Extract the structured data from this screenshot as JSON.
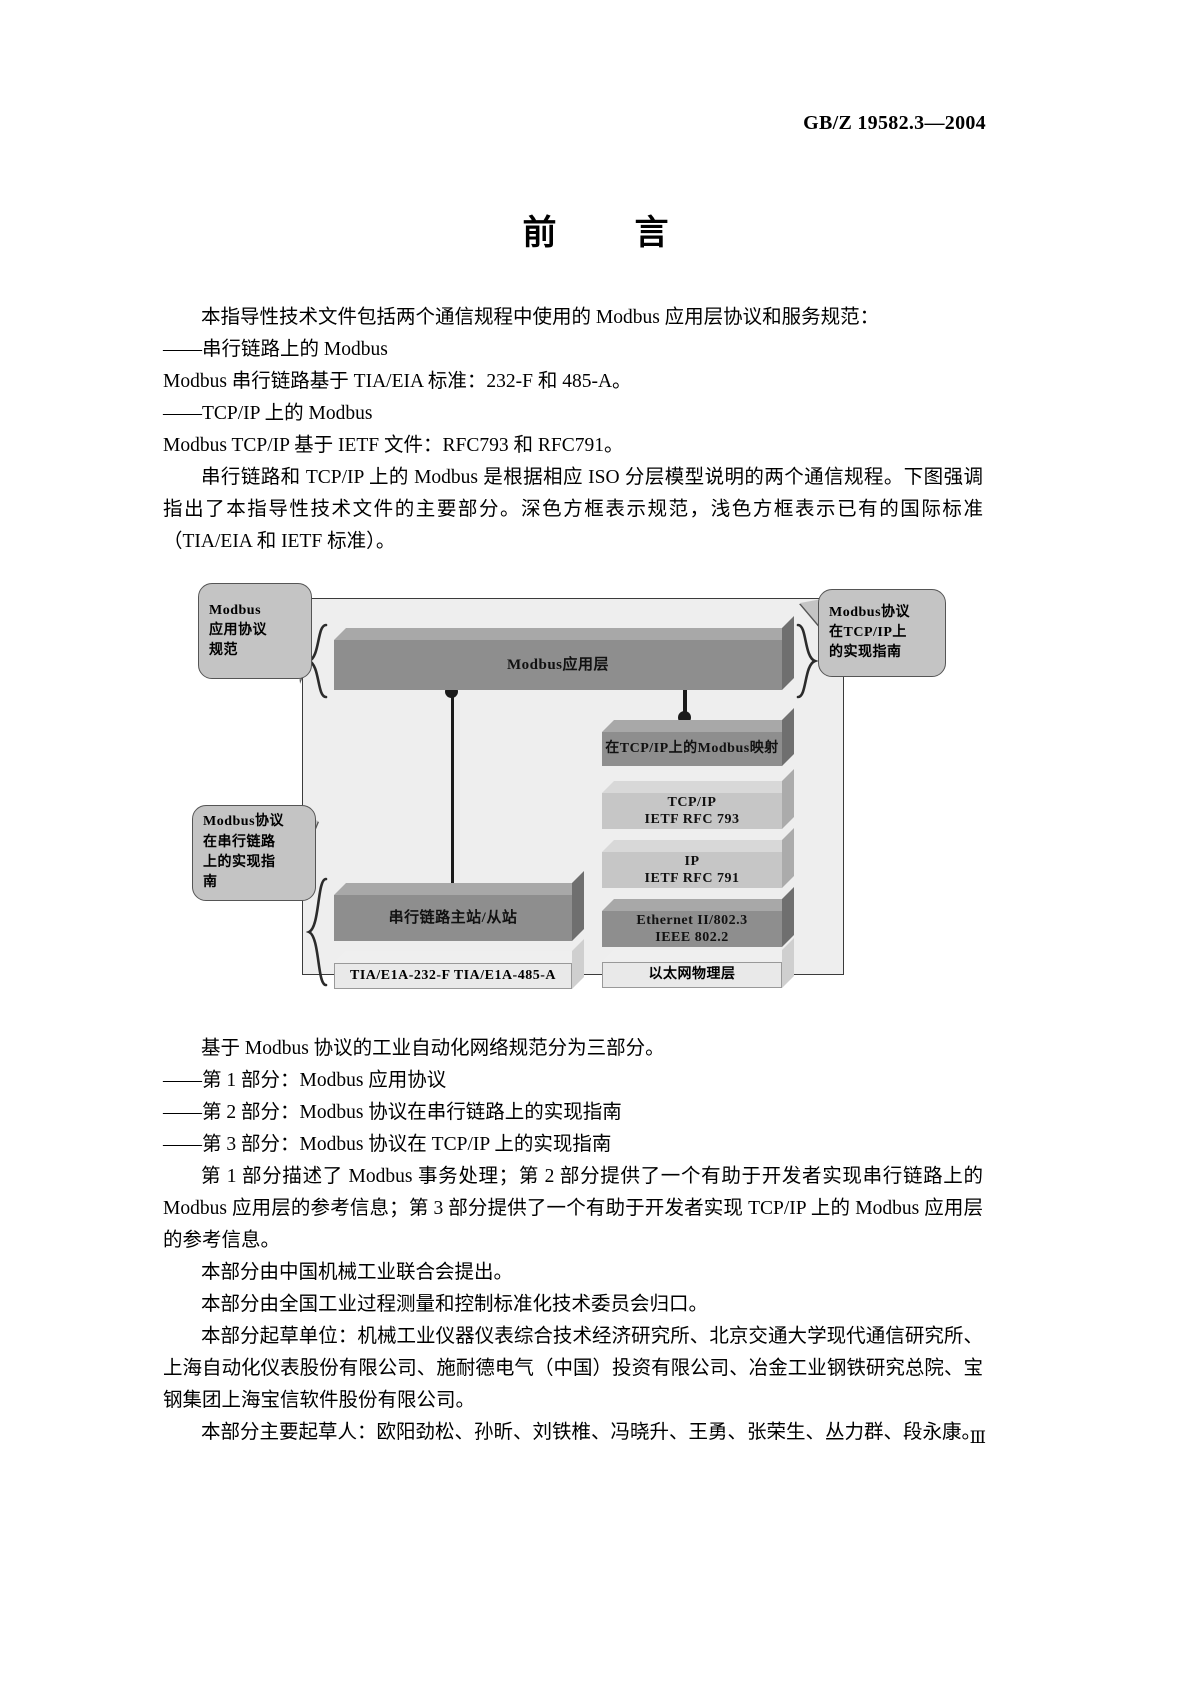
{
  "header": {
    "standard_no": "GB/Z 19582.3—2004"
  },
  "title": "前　言",
  "foreword": {
    "paragraphs": [
      {
        "id": "p1",
        "indent": true,
        "text": "本指导性技术文件包括两个通信规程中使用的 Modbus 应用层协议和服务规范："
      },
      {
        "id": "p2",
        "indent": false,
        "text": "——串行链路上的 Modbus"
      },
      {
        "id": "p3",
        "indent": false,
        "text": "Modbus 串行链路基于 TIA/EIA 标准：232-F 和 485-A。"
      },
      {
        "id": "p4",
        "indent": false,
        "text": "——TCP/IP 上的 Modbus"
      },
      {
        "id": "p5",
        "indent": false,
        "text": "Modbus TCP/IP 基于 IETF 文件：RFC793 和 RFC791。"
      },
      {
        "id": "p6",
        "indent": true,
        "text": "串行链路和 TCP/IP 上的 Modbus 是根据相应 ISO 分层模型说明的两个通信规程。下图强调指出了本指导性技术文件的主要部分。深色方框表示规范，浅色方框表示已有的国际标准（TIA/EIA 和 IETF 标准）。"
      }
    ],
    "paragraphs_after": [
      {
        "id": "q1",
        "indent": true,
        "text": "基于 Modbus 协议的工业自动化网络规范分为三部分。"
      },
      {
        "id": "q2",
        "indent": false,
        "text": "——第 1 部分：Modbus 应用协议"
      },
      {
        "id": "q3",
        "indent": false,
        "text": "——第 2 部分：Modbus 协议在串行链路上的实现指南"
      },
      {
        "id": "q4",
        "indent": false,
        "text": "——第 3 部分：Modbus 协议在 TCP/IP 上的实现指南"
      },
      {
        "id": "q5",
        "indent": true,
        "text": "第 1 部分描述了 Modbus 事务处理；第 2 部分提供了一个有助于开发者实现串行链路上的 Modbus 应用层的参考信息；第 3 部分提供了一个有助于开发者实现 TCP/IP 上的 Modbus 应用层的参考信息。"
      },
      {
        "id": "q6",
        "indent": true,
        "text": "本部分由中国机械工业联合会提出。"
      },
      {
        "id": "q7",
        "indent": true,
        "text": "本部分由全国工业过程测量和控制标准化技术委员会归口。"
      },
      {
        "id": "q8",
        "indent": true,
        "text": "本部分起草单位：机械工业仪器仪表综合技术经济研究所、北京交通大学现代通信研究所、上海自动化仪表股份有限公司、施耐德电气（中国）投资有限公司、冶金工业钢铁研究总院、宝钢集团上海宝信软件股份有限公司。"
      },
      {
        "id": "q9",
        "indent": true,
        "text": "本部分主要起草人：欧阳劲松、孙昕、刘铁椎、冯晓升、王勇、张荣生、丛力群、段永康。"
      }
    ]
  },
  "diagram": {
    "callouts": {
      "app_spec": {
        "lines": [
          "Modbus",
          "应用协议",
          "规范"
        ]
      },
      "serial_impl": {
        "lines": [
          "Modbus协议",
          "在串行链路",
          "上的实现指",
          "南"
        ]
      },
      "tcp_impl": {
        "lines": [
          "Modbus协议",
          "在TCP/IP上",
          "的实现指南"
        ]
      }
    },
    "boxes": {
      "app_layer": {
        "lines": [
          "Modbus应用层"
        ],
        "shade": "dark"
      },
      "modbus_map": {
        "lines": [
          "在TCP/IP上的Modbus映射"
        ],
        "shade": "dark"
      },
      "tcp": {
        "lines": [
          "TCP/IP",
          "IETF RFC 793"
        ],
        "shade": "light"
      },
      "ip": {
        "lines": [
          "IP",
          "IETF RFC 791"
        ],
        "shade": "light"
      },
      "ethernet": {
        "lines": [
          "Ethernet  II/802.3",
          "IEEE 802.2"
        ],
        "shade": "dark"
      },
      "phy": {
        "lines": [
          "以太网物理层"
        ],
        "shade": "plain"
      },
      "serial_ms": {
        "lines": [
          "串行链路主站/从站"
        ],
        "shade": "dark"
      },
      "tia": {
        "lines": [
          "TIA/E1A-232-F  TIA/E1A-485-A"
        ],
        "shade": "plain"
      }
    }
  },
  "page_number": "Ⅲ"
}
